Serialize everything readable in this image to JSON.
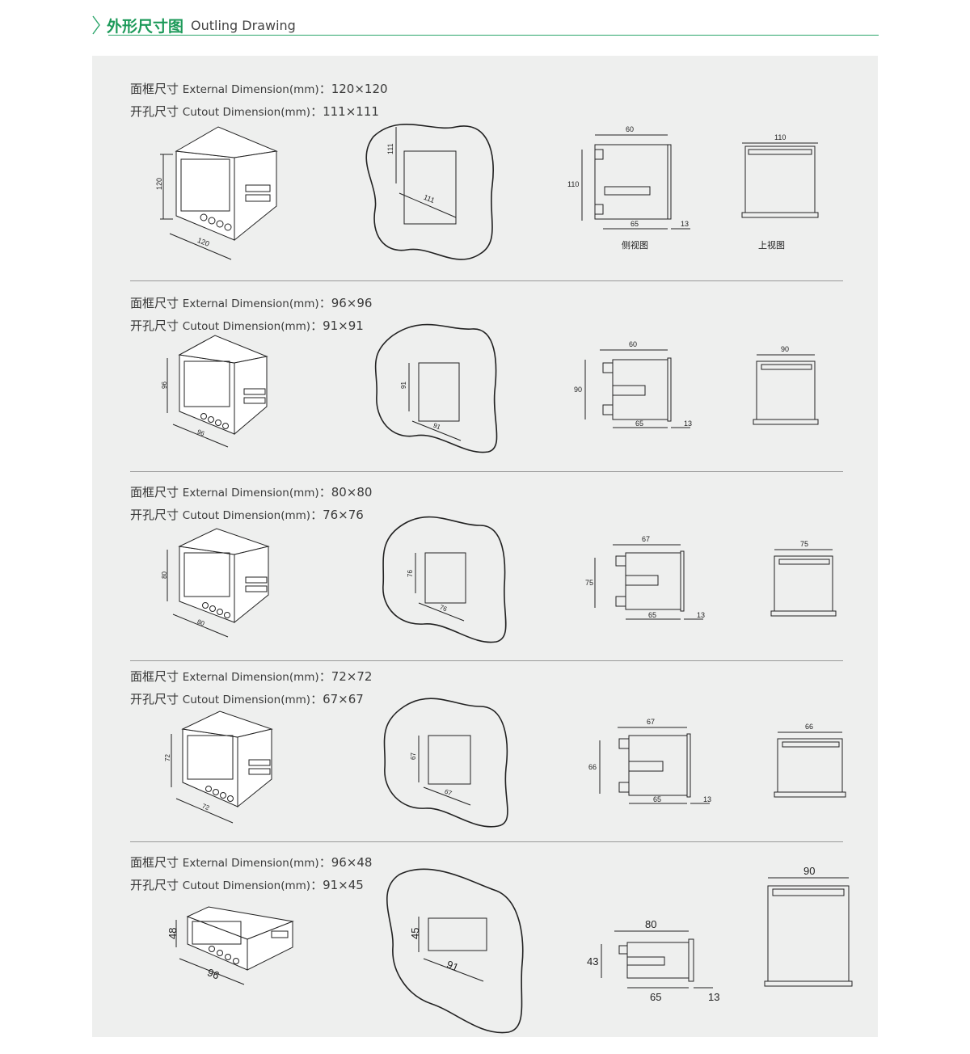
{
  "header": {
    "title_cn": "外形尺寸图",
    "title_en": "Outling Drawing"
  },
  "sections": [
    {
      "ext_cn": "面框尺寸",
      "ext_en": "External Dimension(mm)",
      "ext_val": "120×120",
      "cut_cn": "开孔尺寸",
      "cut_en": "Cutout Dimension(mm)",
      "cut_val": "111×111",
      "iso_h": "120",
      "iso_w": "120",
      "cut_h": "111",
      "cut_w": "111",
      "side_top": "60",
      "side_h": "110",
      "side_bot": "65",
      "side_tail": "13",
      "top_w": "110",
      "side_caption": "侧视图",
      "top_caption": "上视图"
    },
    {
      "ext_cn": "面框尺寸",
      "ext_en": "External Dimension(mm)",
      "ext_val": "96×96",
      "cut_cn": "开孔尺寸",
      "cut_en": "Cutout Dimension(mm)",
      "cut_val": "91×91",
      "iso_h": "96",
      "iso_w": "96",
      "cut_h": "91",
      "cut_w": "91",
      "side_top": "60",
      "side_h": "90",
      "side_bot": "65",
      "side_tail": "13",
      "top_w": "90"
    },
    {
      "ext_cn": "面框尺寸",
      "ext_en": "External Dimension(mm)",
      "ext_val": "80×80",
      "cut_cn": "开孔尺寸",
      "cut_en": "Cutout Dimension(mm)",
      "cut_val": "76×76",
      "iso_h": "80",
      "iso_w": "80",
      "cut_h": "76",
      "cut_w": "76",
      "side_top": "67",
      "side_h": "75",
      "side_bot": "65",
      "side_tail": "13",
      "top_w": "75"
    },
    {
      "ext_cn": "面框尺寸",
      "ext_en": "External Dimension(mm)",
      "ext_val": "72×72",
      "cut_cn": "开孔尺寸",
      "cut_en": "Cutout Dimension(mm)",
      "cut_val": "67×67",
      "iso_h": "72",
      "iso_w": "72",
      "cut_h": "67",
      "cut_w": "67",
      "side_top": "67",
      "side_h": "66",
      "side_bot": "65",
      "side_tail": "13",
      "top_w": "66"
    },
    {
      "ext_cn": "面框尺寸",
      "ext_en": "External Dimension(mm)",
      "ext_val": "96×48",
      "cut_cn": "开孔尺寸",
      "cut_en": "Cutout Dimension(mm)",
      "cut_val": "91×45",
      "iso_h": "48",
      "iso_w": "96",
      "cut_h": "45",
      "cut_w": "91",
      "side_top": "80",
      "side_h": "43",
      "side_bot": "65",
      "side_tail": "13",
      "top_w": "90"
    }
  ]
}
